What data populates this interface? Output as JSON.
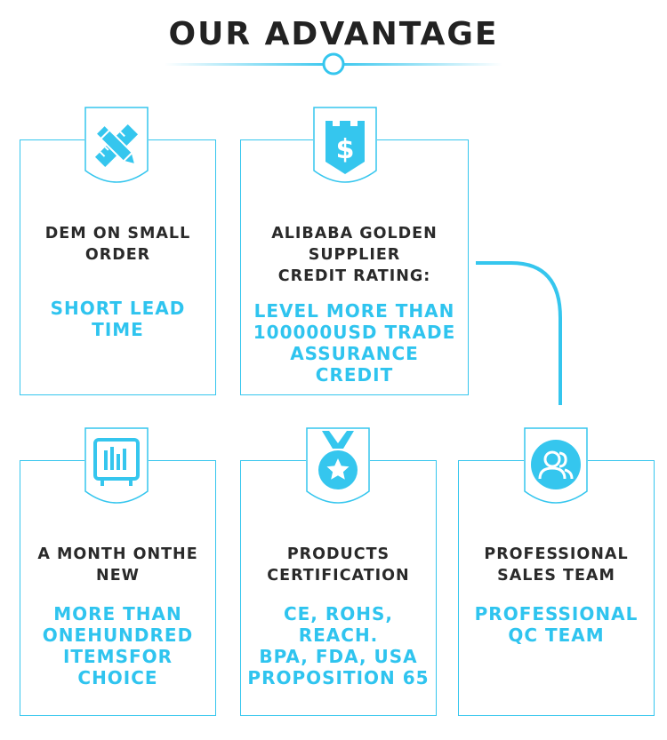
{
  "page": {
    "title": "OUR ADVANTAGE",
    "accent_color": "#35c6ee"
  },
  "cards": [
    {
      "icon": "pencil-ruler-icon",
      "heading": [
        "DEM ON SMALL",
        "ORDER"
      ],
      "highlight": [
        "SHORT LEAD",
        "TIME"
      ]
    },
    {
      "icon": "dollar-shield-icon",
      "heading": [
        "ALIBABA GOLDEN",
        "SUPPLIER",
        "CREDIT RATING:"
      ],
      "highlight": [
        "LEVEL MORE THAN",
        "100000USD TRADE",
        "ASSURANCE",
        "CREDIT"
      ]
    },
    {
      "icon": "bar-chart-monitor-icon",
      "heading": [
        "A MONTH ONTHE",
        "NEW"
      ],
      "highlight": [
        "MORE THAN",
        "ONEHUNDRED",
        "ITEMSFOR",
        "CHOICE"
      ]
    },
    {
      "icon": "medal-star-icon",
      "heading": [
        "PRODUCTS",
        "CERTIFICATION"
      ],
      "highlight": [
        "CE, ROHS,",
        "REACH.",
        "BPA, FDA, USA",
        "PROPOSITION 65"
      ]
    },
    {
      "icon": "team-people-icon",
      "heading": [
        "PROFESSIONAL",
        "SALES TEAM"
      ],
      "highlight": [
        "PROFESSIONAL",
        "QC TEAM"
      ]
    }
  ]
}
